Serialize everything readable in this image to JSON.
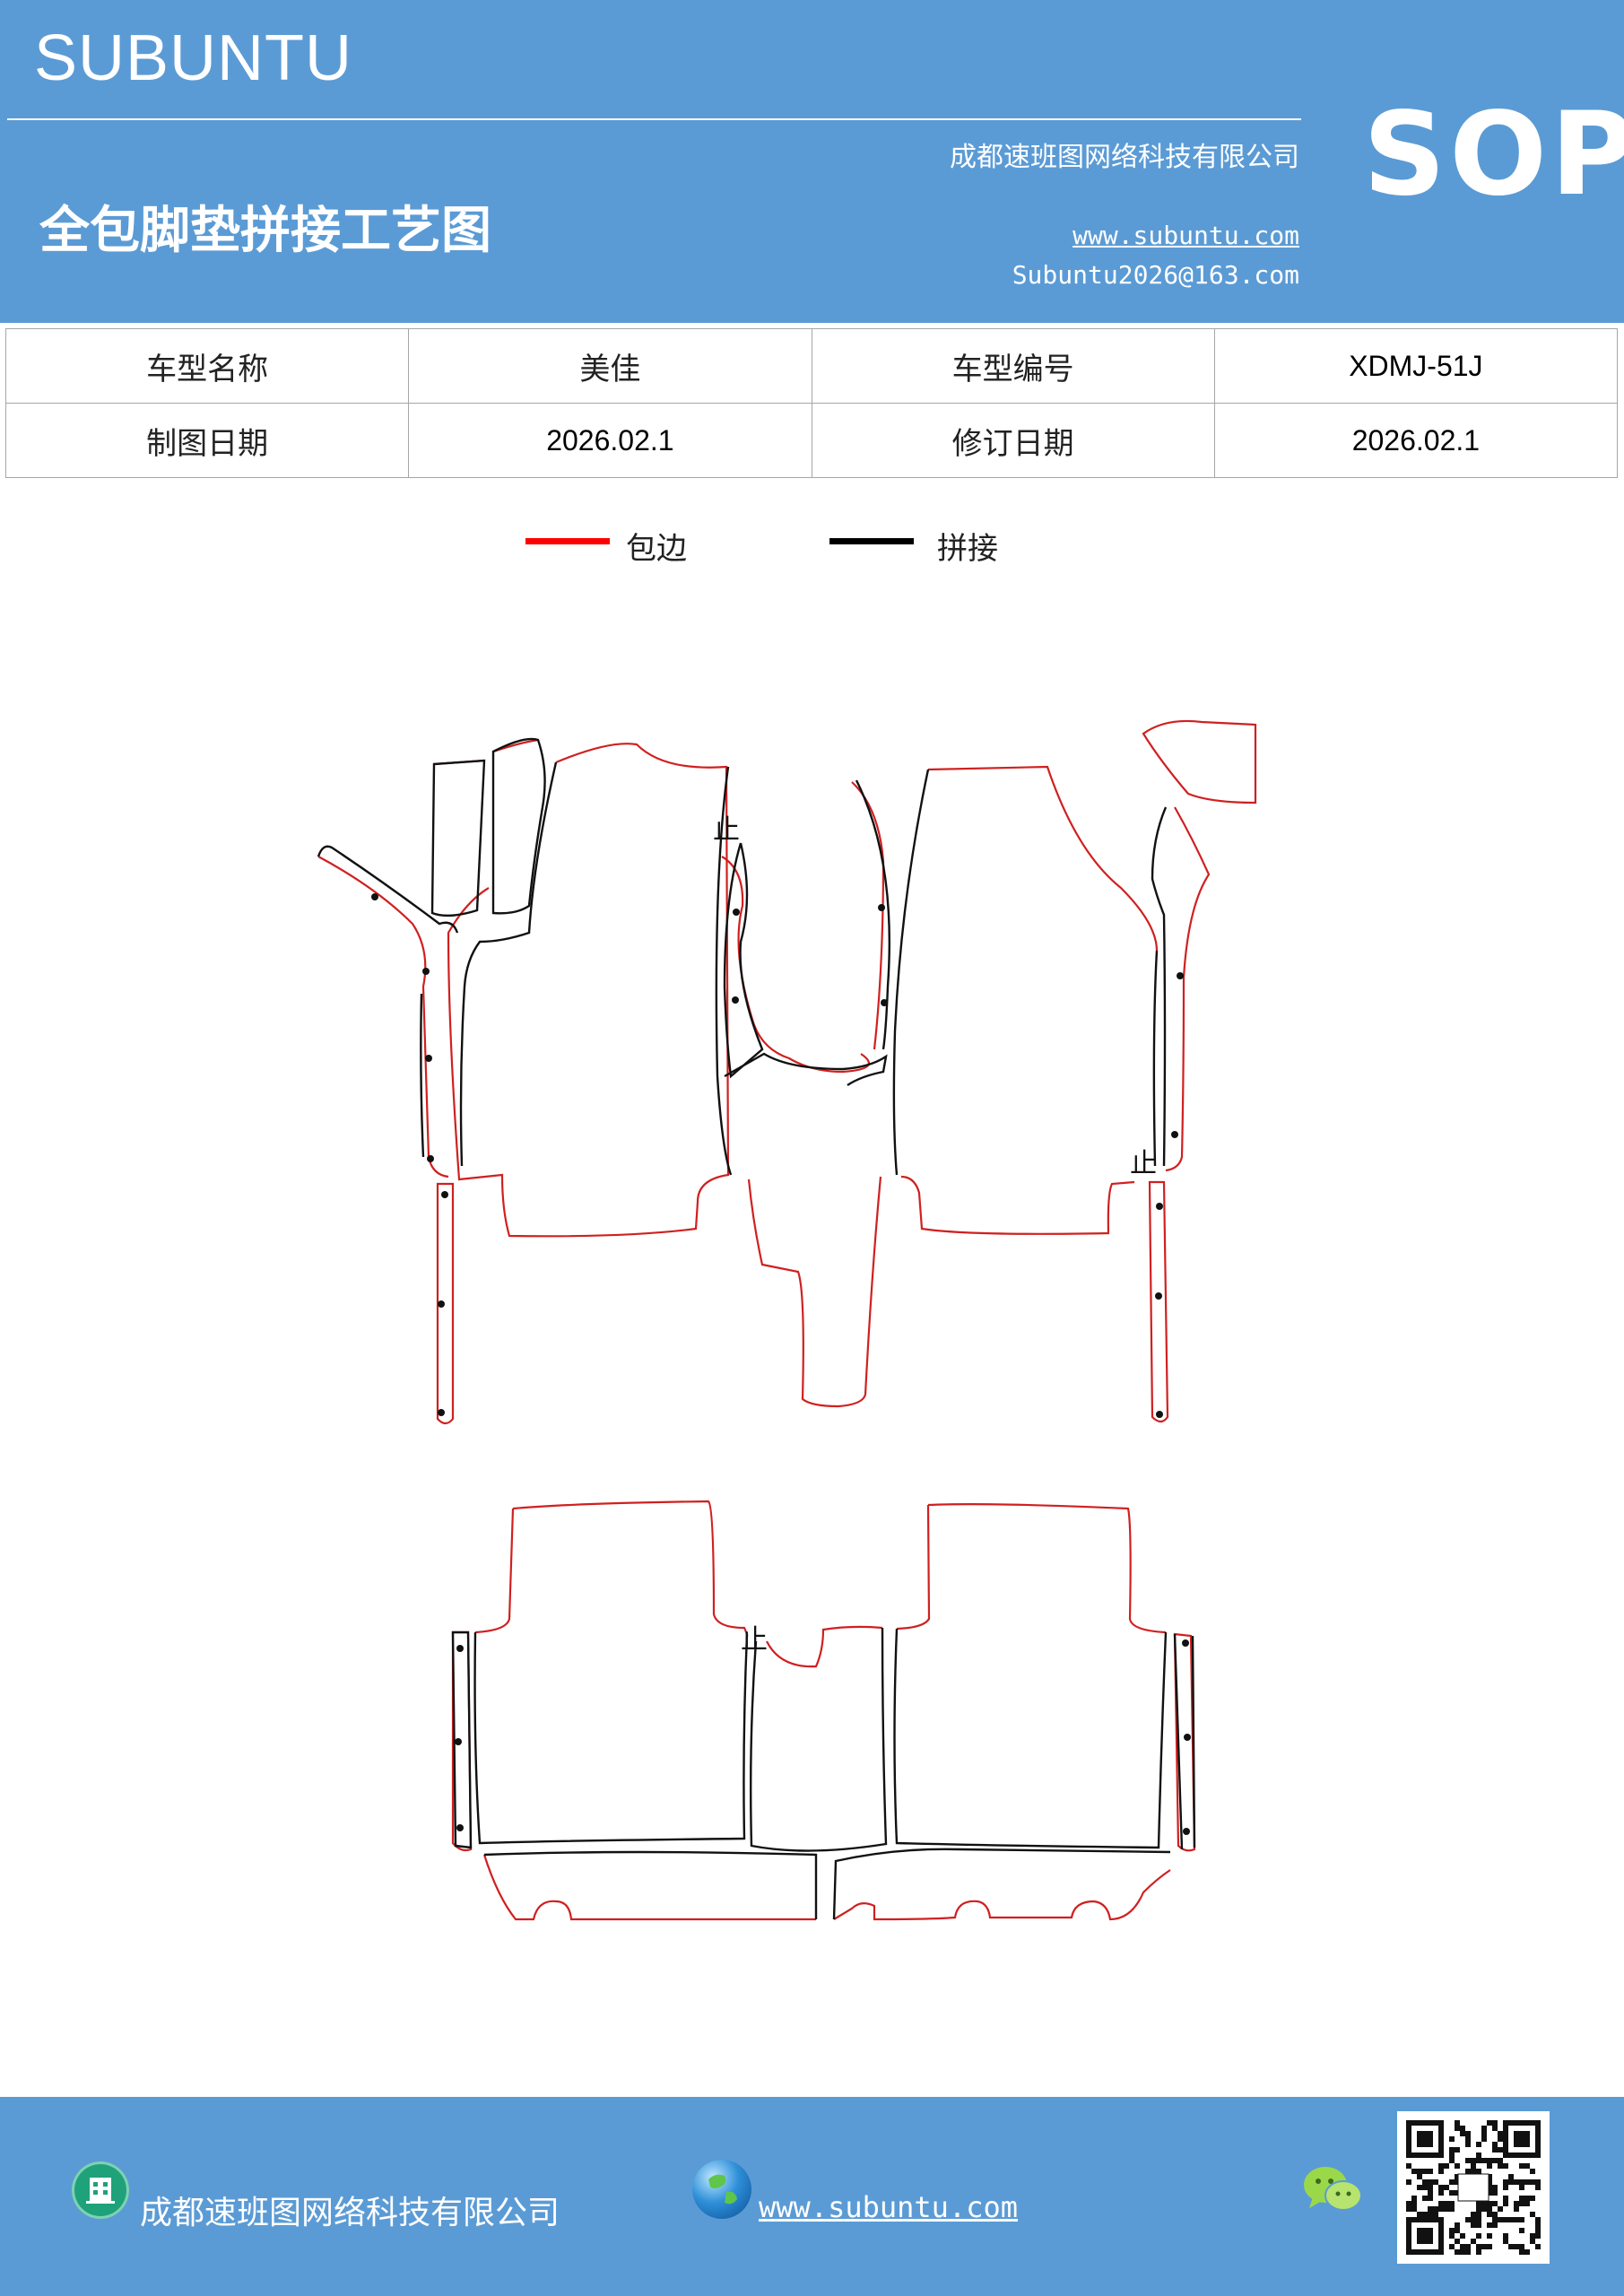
{
  "header": {
    "brand": "SUBUNTU",
    "company": "成都速班图网络科技有限公司",
    "title": "全包脚垫拼接工艺图",
    "website": "www.subuntu.com",
    "email": "Subuntu2026@163.com",
    "badge": "SOP"
  },
  "info_table": {
    "model_name_label": "车型名称",
    "model_name_value": "美佳",
    "model_code_label": "车型编号",
    "model_code_value": "XDMJ-51J",
    "draw_date_label": "制图日期",
    "draw_date_value": "2026.02.1",
    "revise_date_label": "修订日期",
    "revise_date_value": "2026.02.1"
  },
  "legend": {
    "edge_label": "包边",
    "edge_color": "#ff0000",
    "join_label": "拼接",
    "join_color": "#000000"
  },
  "drawing": {
    "edge_color": "#d02020",
    "join_color": "#111111",
    "marker_top_left": "止",
    "marker_right": "止",
    "marker_bottom": "止"
  },
  "footer": {
    "company": "成都速班图网络科技有限公司",
    "website": "www.subuntu.com",
    "building_icon": "building-icon",
    "globe_icon": "globe-icon",
    "wechat_icon": "wechat-icon",
    "qr_icon": "qr-code"
  }
}
